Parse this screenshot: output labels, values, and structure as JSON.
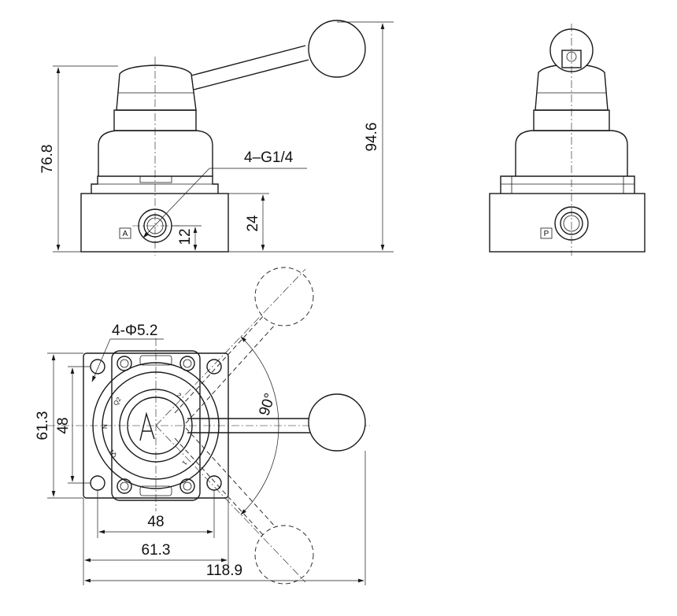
{
  "front_view": {
    "height_dim": "76.8",
    "total_height_dim": "94.6",
    "port_note": "4–G1/4",
    "base_dim": "24",
    "port_center_dim": "12",
    "port_label": "A"
  },
  "side_view": {
    "port_label": "P"
  },
  "top_view": {
    "hole_note": "4-Φ5.2",
    "outer_vertical_dim": "61.3",
    "inner_vertical_dim": "48",
    "inner_horizontal_dim": "48",
    "outer_horizontal_dim": "61.3",
    "total_width_dim": "118.9",
    "angle_dim": "90°",
    "dial_marks": [
      "Q2",
      "N",
      "Q1",
      "2",
      "1"
    ]
  }
}
